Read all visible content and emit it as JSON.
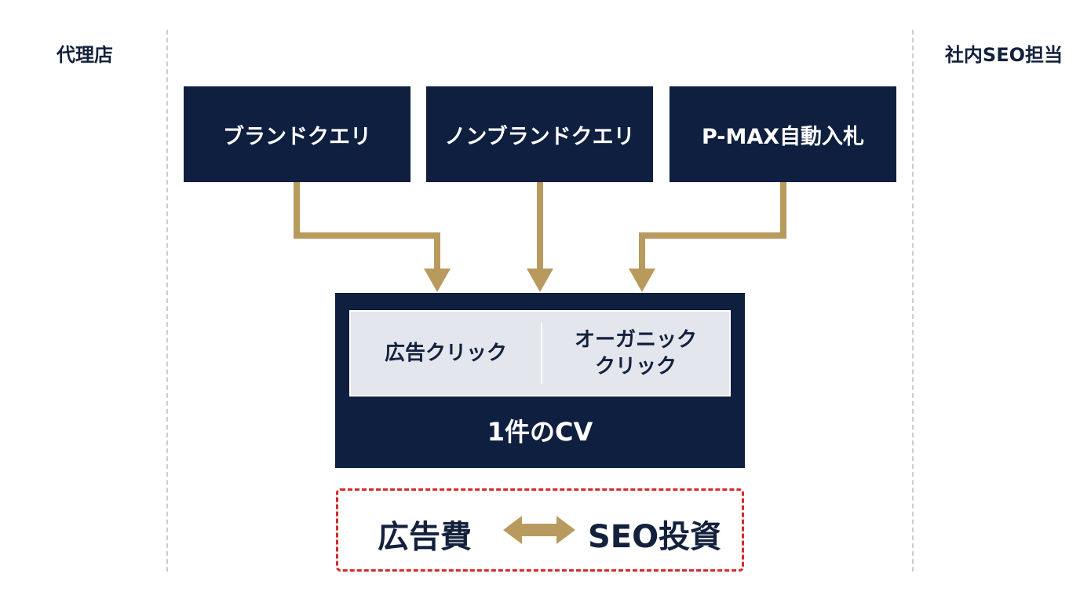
{
  "lanes": {
    "left": "代理店",
    "right": "社内SEO担当"
  },
  "sources": [
    {
      "label": "ブランドクエリ"
    },
    {
      "label": "ノンブランドクエリ"
    },
    {
      "label": "P-MAX自動入札"
    }
  ],
  "conversion": {
    "ad_click": "広告クリック",
    "organic_click_line1": "オーガニック",
    "organic_click_line2": "クリック",
    "cv_label": "1件のCV"
  },
  "tradeoff": {
    "left": "広告費",
    "right": "SEO投資"
  },
  "colors": {
    "navy": "#0f1f3f",
    "gold": "#b99a5e",
    "red_dash": "#d42b2b",
    "panel_gray": "#e3e6ec"
  }
}
